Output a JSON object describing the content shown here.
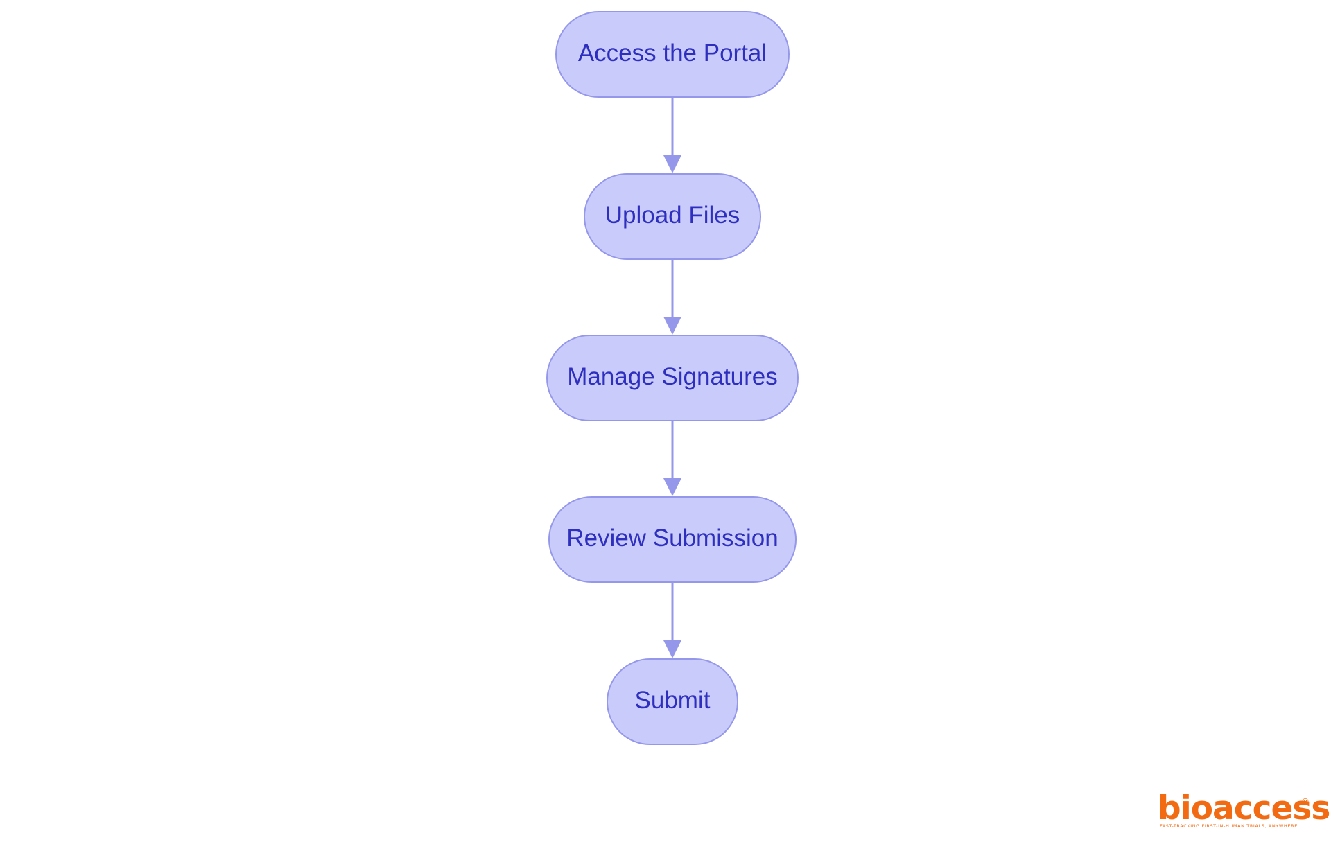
{
  "diagram": {
    "colors": {
      "node_fill": "#c9ccfb",
      "node_stroke": "#9598ea",
      "edge": "#9598ea",
      "text": "#2e2ebf"
    },
    "nodes": [
      {
        "id": "access-portal",
        "label": "Access the Portal"
      },
      {
        "id": "upload-files",
        "label": "Upload Files"
      },
      {
        "id": "manage-signatures",
        "label": "Manage Signatures"
      },
      {
        "id": "review-submission",
        "label": "Review Submission"
      },
      {
        "id": "submit",
        "label": "Submit"
      }
    ],
    "edges": [
      {
        "from": "access-portal",
        "to": "upload-files"
      },
      {
        "from": "upload-files",
        "to": "manage-signatures"
      },
      {
        "from": "manage-signatures",
        "to": "review-submission"
      },
      {
        "from": "review-submission",
        "to": "submit"
      }
    ]
  },
  "logo": {
    "name": "bioaccess",
    "registered_mark": "®",
    "tagline": "FAST-TRACKING FIRST-IN-HUMAN TRIALS, ANYWHERE",
    "color": "#f26a12"
  }
}
